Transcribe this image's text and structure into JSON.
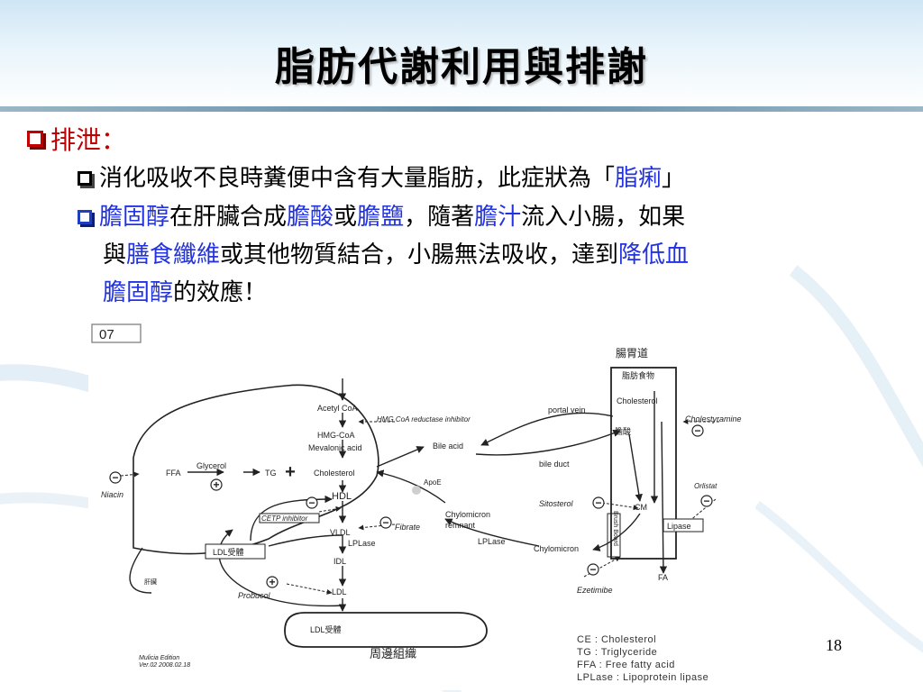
{
  "slide": {
    "title": "脂肪代謝利用與排謝",
    "page_number": "18"
  },
  "bullets": {
    "heading": "排泄：",
    "item1": {
      "text": "消化吸收不良時糞便中含有大量脂肪，此症狀為「",
      "highlight": "脂痢",
      "end": "」"
    },
    "item2": {
      "p1": "膽固醇",
      "p2": "在肝臟合成",
      "p3": "膽酸",
      "p4": "或",
      "p5": "膽鹽",
      "p6": "，隨著",
      "p7": "膽汁",
      "p8": "流入小腸，如果",
      "p9": "與",
      "p10": "膳食纖維",
      "p11": "或其他物質結合，小腸無法吸收，達到",
      "p12": "降低血",
      "p13": "膽固醇",
      "p14": "的效應！"
    }
  },
  "diagram": {
    "figure_id": "07",
    "intestine_title": "腸胃道",
    "fat_food": "脂肪食物",
    "cholesterol_intestine": "Cholesterol",
    "bile_salt": "膽酸",
    "acetyl_coa": "Acetyl CoA",
    "hmg_coa": "HMG-CoA",
    "hmg_inhibitor": "HMG CoA reductase inhibitor",
    "mevalonic": "Mevalonic acid",
    "bile_acid": "Bile acid",
    "portal_vein": "portal vein",
    "bile_duct": "bile duct",
    "cholestyramine": "Cholestyramine",
    "glycerol": "Glycerol",
    "ffa": "FFA",
    "tg": "TG",
    "cholesterol_liver": "Cholesterol",
    "niacin": "Niacin",
    "apoe": "ApoE",
    "hdl": "HDL",
    "cetp": "CETP inhibitor",
    "vldl": "VLDL",
    "fibrate": "Fibrate",
    "lplase1": "LPLase",
    "chylo_remnant_1": "Chylomicron",
    "chylo_remnant_2": "remnant",
    "lplase2": "LPLase",
    "chylomicron": "Chylomicron",
    "sitosterol": "Sitosterol",
    "cm": "CM",
    "brush_board": "Brush Board",
    "orlistat": "Orlistat",
    "lipase": "Lipase",
    "fa": "FA",
    "ldl_receptor": "LDL受體",
    "idl": "IDL",
    "ldl": "LDL",
    "ldl_receptor2": "LDL受體",
    "probucol": "Probucol",
    "liver": "肝臟",
    "ezetimibe": "Ezetimibe",
    "peripheral": "周邊組織",
    "edition1": "Mulicia  Edition",
    "edition2": "Ver.02 2008.02.18",
    "plus": "+",
    "minus": "−"
  },
  "legend": {
    "l1": "CE : Cholesterol",
    "l2": "TG : Triglyceride",
    "l3": "FFA : Free fatty acid",
    "l4": "LPLase : Lipoprotein lipase"
  },
  "colors": {
    "red": "#c00000",
    "blue": "#2233dd"
  }
}
